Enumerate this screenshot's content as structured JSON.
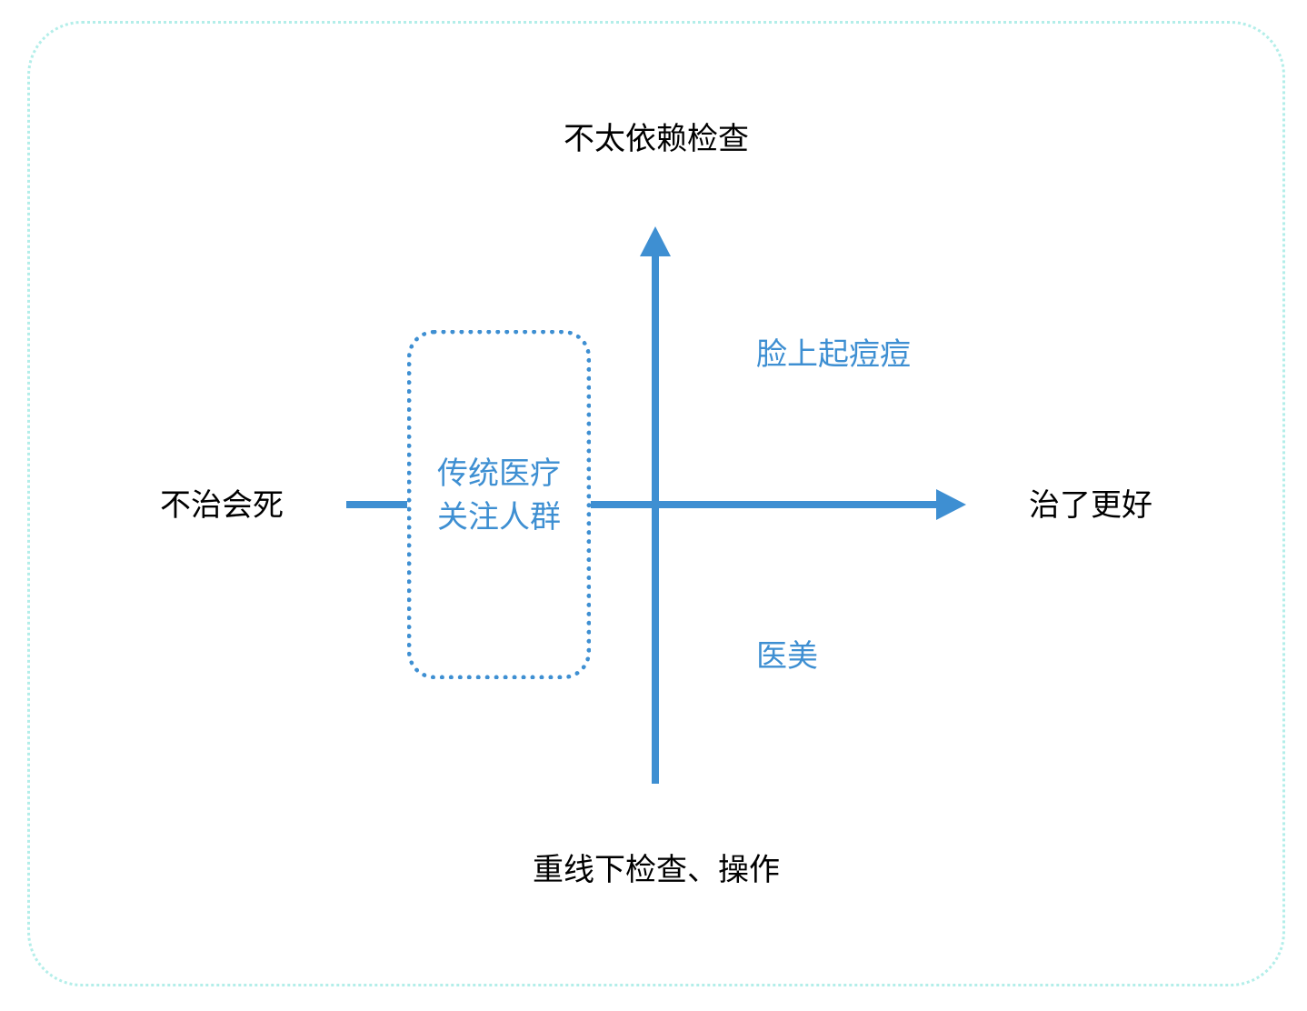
{
  "axis_labels": {
    "top": "不太依赖检查",
    "bottom": "重线下检查、操作",
    "left": "不治会死",
    "right": "治了更好"
  },
  "quadrant_items": {
    "upper_right": "脸上起痘痘",
    "lower_right": "医美"
  },
  "highlight_box": {
    "line1": "传统医疗",
    "line2": "关注人群"
  },
  "colors": {
    "axis": "#3e8fd2",
    "accent_text": "#3e8fd2",
    "frame_border": "#b3eee9",
    "primary_text": "#000000"
  }
}
